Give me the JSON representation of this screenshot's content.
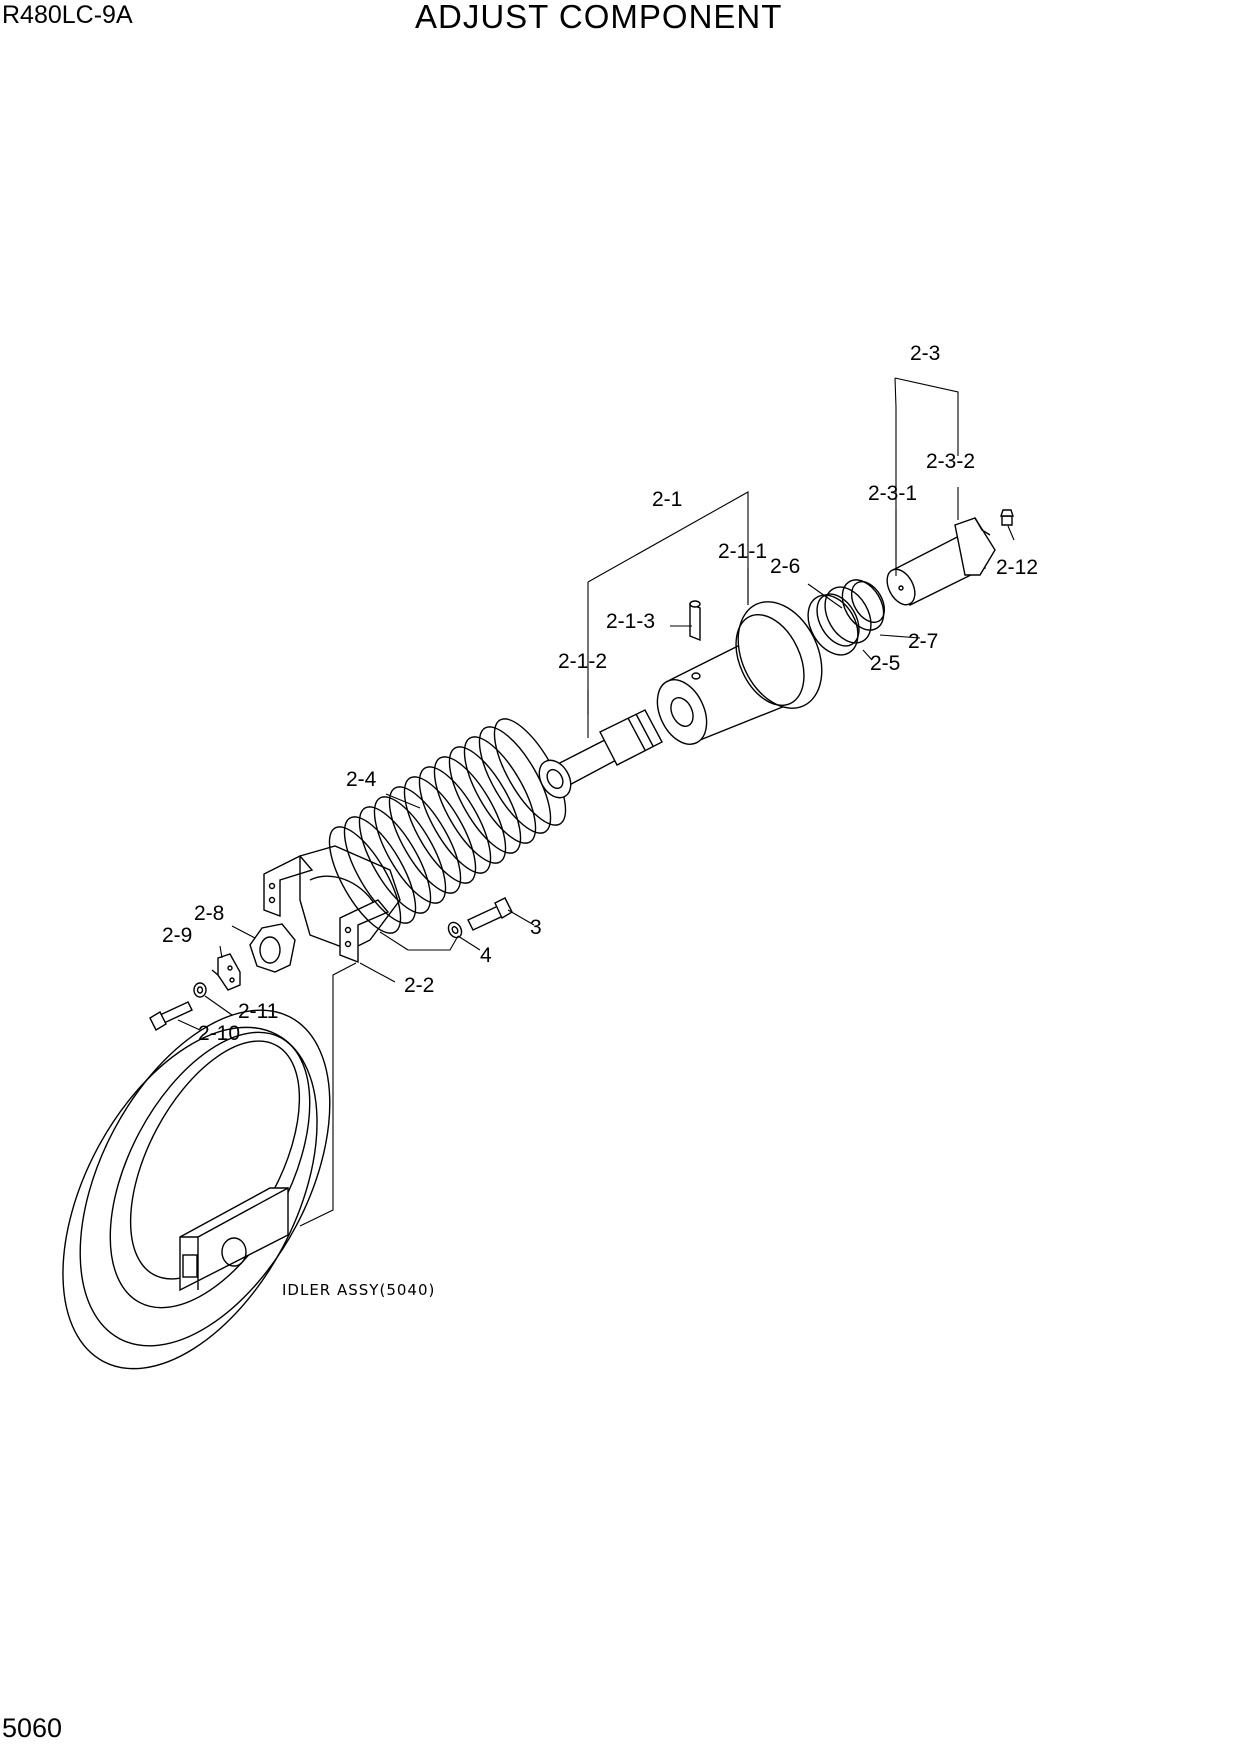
{
  "header": {
    "model": "R480LC-9A",
    "title": "ADJUST COMPONENT"
  },
  "footer": {
    "page_number": "5060"
  },
  "callouts": [
    {
      "id": "2-3",
      "label": "2-3"
    },
    {
      "id": "2-3-2",
      "label": "2-3-2"
    },
    {
      "id": "2-3-1",
      "label": "2-3-1"
    },
    {
      "id": "2-1",
      "label": "2-1"
    },
    {
      "id": "2-1-1",
      "label": "2-1-1"
    },
    {
      "id": "2-6",
      "label": "2-6"
    },
    {
      "id": "2-12",
      "label": "2-12"
    },
    {
      "id": "2-1-3",
      "label": "2-1-3"
    },
    {
      "id": "2-7",
      "label": "2-7"
    },
    {
      "id": "2-5",
      "label": "2-5"
    },
    {
      "id": "2-1-2",
      "label": "2-1-2"
    },
    {
      "id": "2-4",
      "label": "2-4"
    },
    {
      "id": "3",
      "label": "3"
    },
    {
      "id": "2-8",
      "label": "2-8"
    },
    {
      "id": "2-9",
      "label": "2-9"
    },
    {
      "id": "4",
      "label": "4"
    },
    {
      "id": "2-2",
      "label": "2-2"
    },
    {
      "id": "2-11",
      "label": "2-11"
    },
    {
      "id": "2-10",
      "label": "2-10"
    }
  ],
  "reference_label": "IDLER ASSY(5040)"
}
